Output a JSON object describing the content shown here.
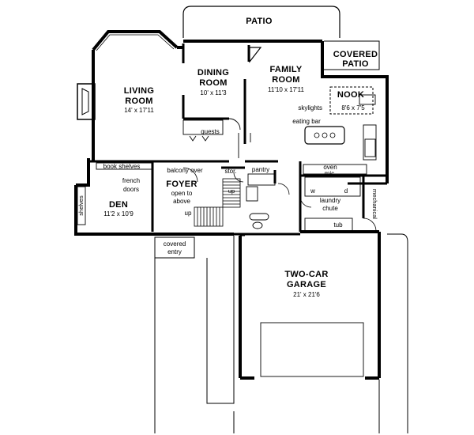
{
  "rooms": {
    "patio": {
      "name": "PATIO"
    },
    "covered_patio": {
      "line1": "COVERED",
      "line2": "PATIO"
    },
    "living_room": {
      "line1": "LIVING",
      "line2": "ROOM",
      "dims": "14' x 17'11"
    },
    "dining_room": {
      "line1": "DINING",
      "line2": "ROOM",
      "dims": "10' x 11'3"
    },
    "family_room": {
      "line1": "FAMILY",
      "line2": "ROOM",
      "dims": "11'10 x 17'11"
    },
    "nook": {
      "name": "NOOK",
      "dims": "8'6 x 7'5"
    },
    "foyer": {
      "name": "FOYER",
      "note1": "open to",
      "note2": "above"
    },
    "den": {
      "name": "DEN",
      "dims": "11'2 x 10'9"
    },
    "garage": {
      "line1": "TWO-CAR",
      "line2": "GARAGE",
      "dims": "21' x 21'6"
    },
    "covered_entry": {
      "line1": "covered",
      "line2": "entry"
    }
  },
  "notes": {
    "guests": "guests",
    "skylights": "skylights",
    "eating_bar": "eating bar",
    "book_shelves": "book shelves",
    "balcony_over": "balcony over",
    "french_doors_1": "french",
    "french_doors_2": "doors",
    "shelves": "shelves",
    "stor": "stor.",
    "pantry": "pantry",
    "oven": "oven",
    "mic": "mic.",
    "laundry": "laundry",
    "chute": "chute",
    "w": "w",
    "d": "d",
    "tub": "tub",
    "mechanical": "mechanical",
    "up": "up",
    "up2": "up"
  }
}
